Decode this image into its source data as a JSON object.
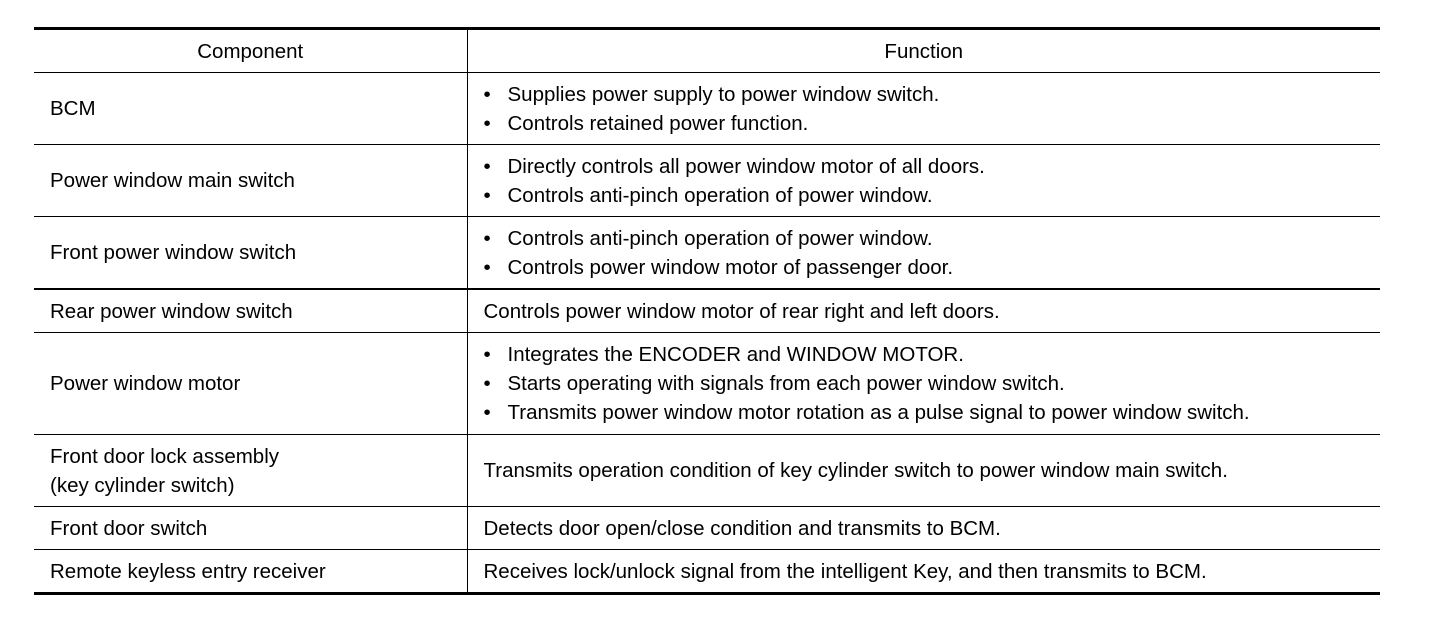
{
  "table": {
    "headers": {
      "component": "Component",
      "function": "Function"
    },
    "bullet_glyph": "•",
    "rows": [
      {
        "component": [
          "BCM"
        ],
        "bullets": [
          "Supplies power supply to power window switch.",
          "Controls retained power function."
        ]
      },
      {
        "component": [
          "Power window main switch"
        ],
        "bullets": [
          "Directly controls all power window motor of all doors.",
          "Controls anti-pinch operation of power window."
        ]
      },
      {
        "component": [
          "Front power window switch"
        ],
        "bullets": [
          "Controls anti-pinch operation of power window.",
          "Controls power window motor of passenger door."
        ]
      },
      {
        "component": [
          "Rear power window switch"
        ],
        "text": "Controls power window motor of rear right and left doors."
      },
      {
        "component": [
          "Power window motor"
        ],
        "bullets": [
          "Integrates the ENCODER and WINDOW MOTOR.",
          "Starts operating with signals from each power window switch.",
          "Transmits power window motor rotation as a pulse signal to power window switch."
        ]
      },
      {
        "component": [
          "Front door lock assembly",
          "(key cylinder switch)"
        ],
        "text": "Transmits operation condition of key cylinder switch to power window main switch."
      },
      {
        "component": [
          "Front door switch"
        ],
        "text": "Detects door open/close condition and transmits to BCM."
      },
      {
        "component": [
          "Remote keyless entry receiver"
        ],
        "text": "Receives lock/unlock signal from the intelligent Key, and then transmits to BCM."
      }
    ]
  }
}
